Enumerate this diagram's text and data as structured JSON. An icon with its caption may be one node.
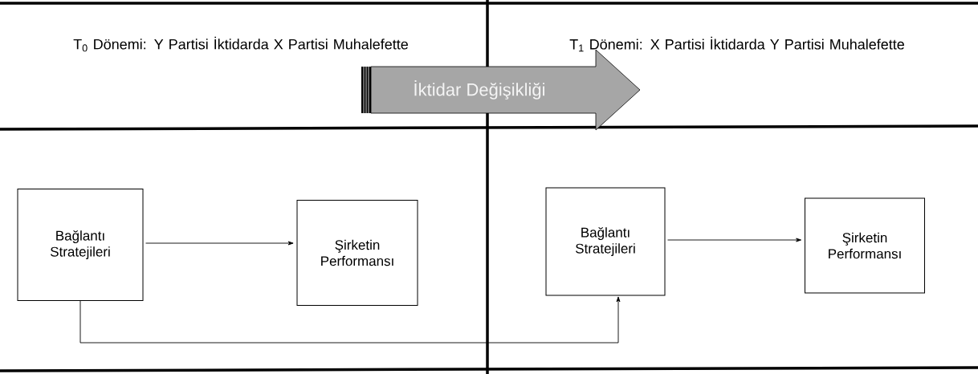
{
  "diagram": {
    "nodes": [
      {
        "text": [
          "İktidar Değişikliği"
        ]
      },
      {
        "text": [
          "Bağlantı Stratejileri"
        ]
      },
      {
        "text": [
          "Şirketin Performansı"
        ]
      },
      {
        "text": [
          "Bağlantı Stratejileri"
        ]
      },
      {
        "text": [
          "Şirketin Performansı"
        ]
      }
    ],
    "edges": [
      {
        "from": 1,
        "to": 2,
        "arrow": "to"
      },
      {
        "from": 3,
        "to": 4,
        "arrow": "to"
      },
      {
        "from": 1,
        "to": 3,
        "arrow": "to"
      }
    ],
    "labels": [
      "T$_{0}$ Dönemi: Y Partisi İktidarda X Partisi Muhalefette",
      "T$_{1}$ Dönemi: X Partisi İktidarda Y Partisi Muhalefette"
    ]
  }
}
